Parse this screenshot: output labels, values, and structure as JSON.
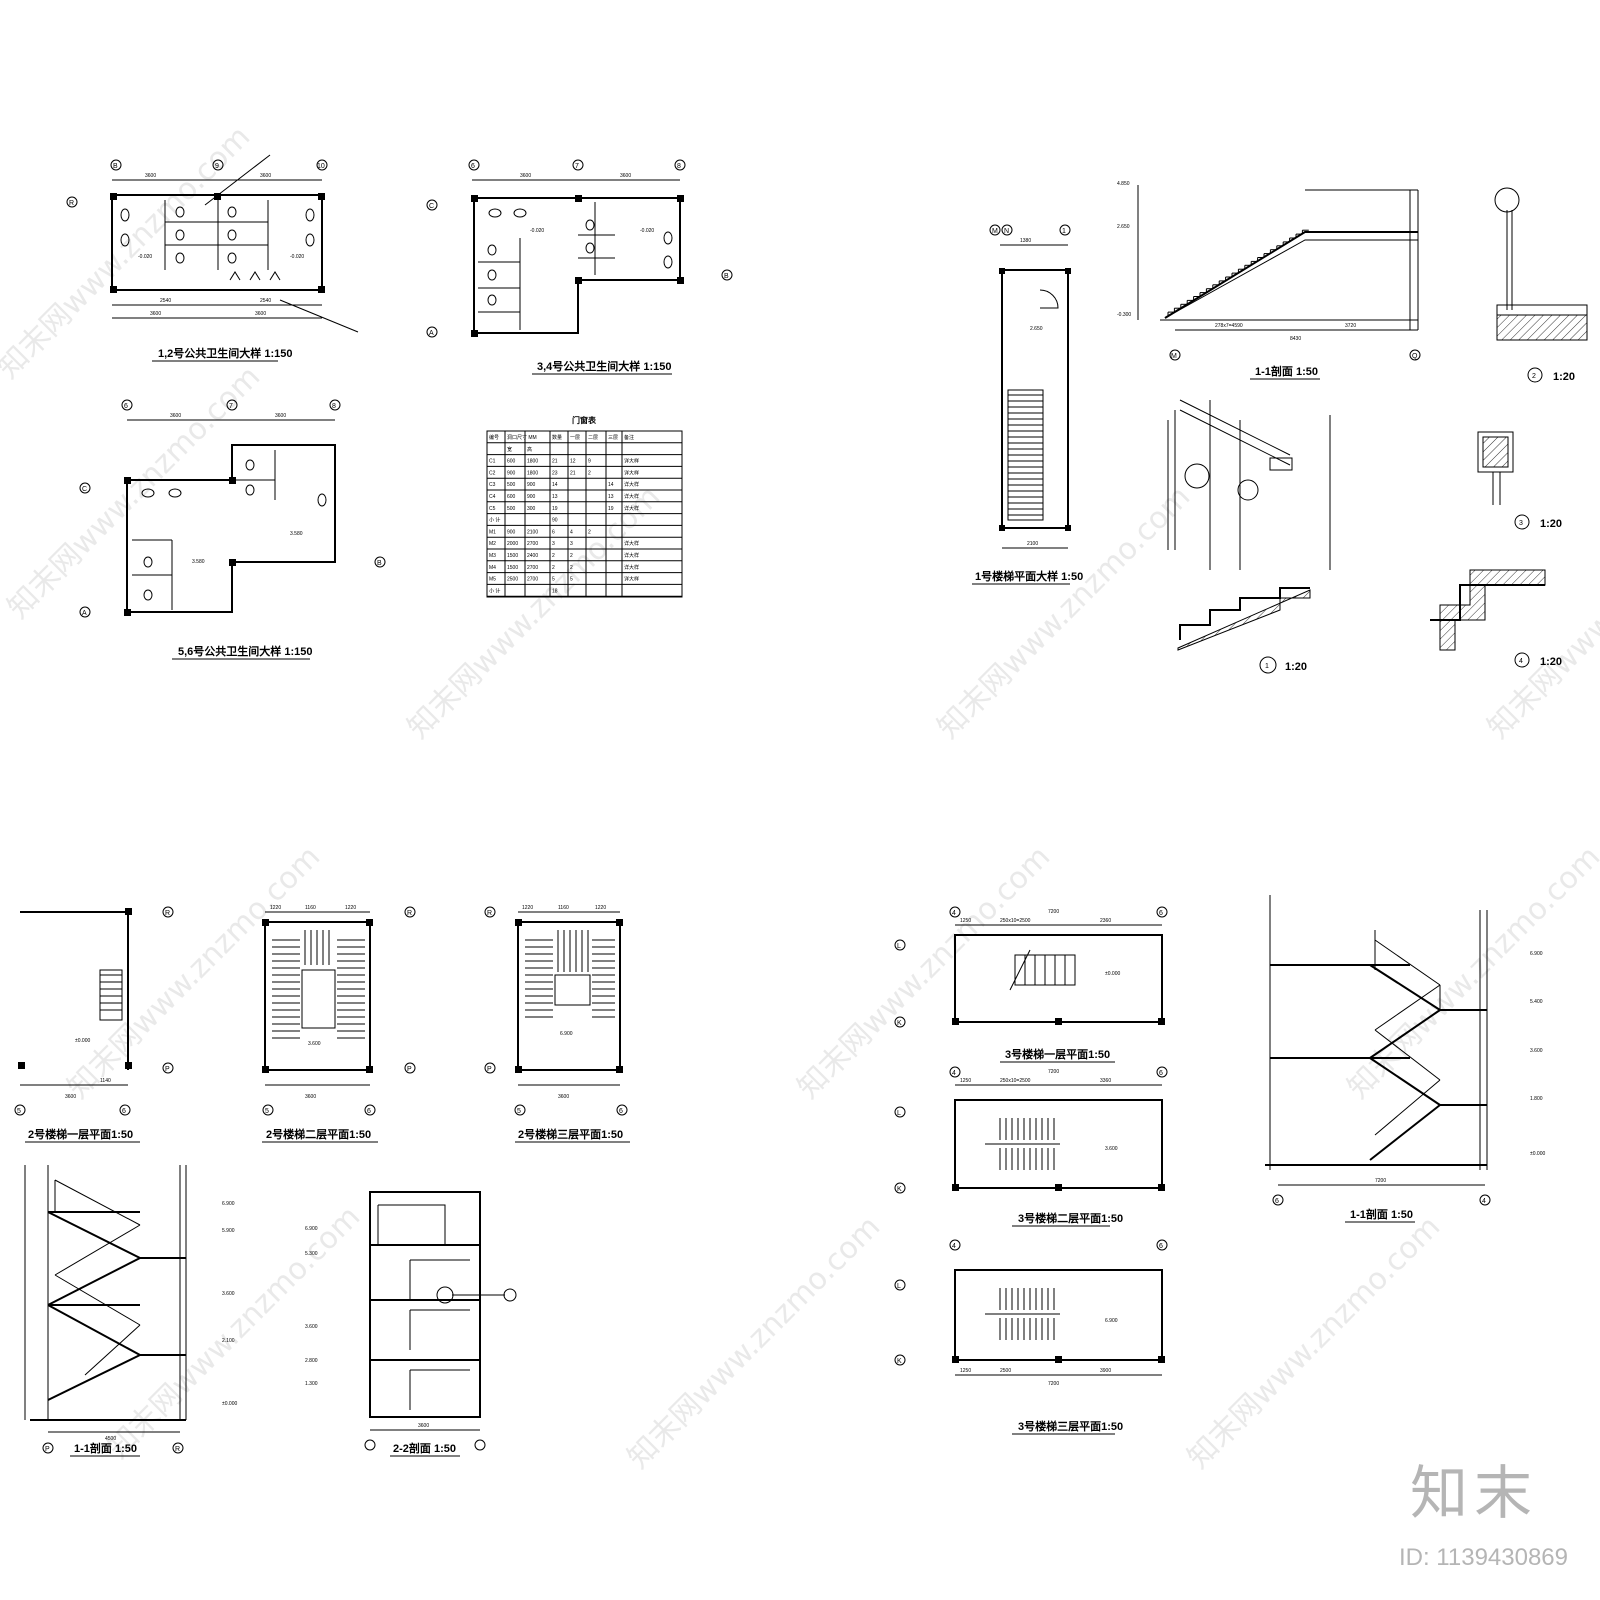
{
  "watermark": {
    "text": "知末网www.znzmo.com",
    "brand": "知末",
    "id_label": "ID: 1139430869"
  },
  "drawings": {
    "toilet_12": {
      "title": "1,2号公共卫生间大样 1:150",
      "dims_top": [
        "3600",
        "3600"
      ],
      "dims_bot": [
        "2540",
        "2540"
      ],
      "dims_bot2": [
        "3600",
        "3600"
      ],
      "axes": [
        "B",
        "9",
        "10",
        "R"
      ],
      "levels": [
        "-0.020",
        "-0.020"
      ]
    },
    "toilet_34": {
      "title": "3,4号公共卫生间大样 1:150",
      "dims_top": [
        "3600",
        "3600"
      ],
      "axes": [
        "6",
        "7",
        "8",
        "C",
        "B",
        "A"
      ],
      "levels": [
        "-0.020",
        "-0.020"
      ]
    },
    "toilet_56": {
      "title": "5,6号公共卫生间大样 1:150",
      "dims_top": [
        "3600",
        "3600"
      ],
      "axes": [
        "6",
        "7",
        "8",
        "C",
        "B",
        "A"
      ],
      "levels": [
        "3.580",
        "3.580"
      ]
    },
    "door_table": {
      "title": "门窗表",
      "header": [
        "编号",
        "洞口尺寸 MM",
        "",
        "数量",
        "一层",
        "二层",
        "三层",
        "备注"
      ],
      "subheader": [
        "",
        "宽",
        "高",
        "",
        "",
        "",
        "",
        ""
      ],
      "rows": [
        [
          "C1",
          "600",
          "1800",
          "21",
          "12",
          "9",
          "",
          "详大样"
        ],
        [
          "C2",
          "900",
          "1800",
          "23",
          "21",
          "2",
          "",
          "详大样"
        ],
        [
          "C3",
          "500",
          "900",
          "14",
          "",
          "",
          "14",
          "详大样"
        ],
        [
          "C4",
          "600",
          "900",
          "13",
          "",
          "",
          "13",
          "详大样"
        ],
        [
          "C5",
          "500",
          "300",
          "19",
          "",
          "",
          "19",
          "详大样"
        ],
        [
          "小 计",
          "",
          "",
          "90",
          "",
          "",
          "",
          ""
        ],
        [
          "M1",
          "900",
          "2100",
          "6",
          "4",
          "2",
          "",
          ""
        ],
        [
          "M2",
          "2000",
          "2700",
          "3",
          "3",
          "",
          "",
          "详大样"
        ],
        [
          "M3",
          "1500",
          "2400",
          "2",
          "2",
          "",
          "",
          "详大样"
        ],
        [
          "M4",
          "1500",
          "2700",
          "2",
          "2",
          "",
          "",
          "详大样"
        ],
        [
          "M5",
          "2500",
          "2700",
          "5",
          "5",
          "",
          "",
          "详大样"
        ],
        [
          "小 计",
          "",
          "",
          "18",
          "",
          "",
          "",
          ""
        ]
      ]
    },
    "stair1_plan": {
      "title": "1号楼梯平面大样 1:50",
      "level": "2.650",
      "dims": [
        "2100",
        "1380"
      ],
      "axes": [
        "M",
        "N",
        "1"
      ]
    },
    "stair1_section": {
      "title": "1-1剖面 1:50",
      "dims": [
        "278x7=4590",
        "3720",
        "8430"
      ],
      "levels": [
        "4.850",
        "2.650",
        "-0.300"
      ],
      "axes": [
        "M",
        "Q"
      ]
    },
    "detail_1": {
      "title": "1:20",
      "num": "1"
    },
    "detail_2": {
      "title": "1:20",
      "num": "2"
    },
    "detail_3": {
      "title": "1:20",
      "num": "3"
    },
    "detail_4": {
      "title": "1:20",
      "num": "4"
    },
    "stair2_f1": {
      "title": "2号楼梯一层平面1:50",
      "dims": [
        "1140",
        "3600"
      ],
      "axes": [
        "5",
        "6",
        "R",
        "P"
      ],
      "level": "±0.000"
    },
    "stair2_f2": {
      "title": "2号楼梯二层平面1:50",
      "dims": [
        "1220",
        "1160",
        "1220",
        "3600"
      ],
      "axes": [
        "5",
        "6",
        "R",
        "P"
      ],
      "level": "3.600"
    },
    "stair2_f3": {
      "title": "2号楼梯三层平面1:50",
      "dims": [
        "1220",
        "1160",
        "1220",
        "3600"
      ],
      "axes": [
        "5",
        "6",
        "R",
        "P"
      ],
      "level": "6.900"
    },
    "stair2_s11": {
      "title": "1-1剖面 1:50",
      "levels": [
        "6.900",
        "5.900",
        "3.600",
        "2.100",
        "±0.000"
      ],
      "dims": [
        "4500"
      ],
      "axes": [
        "P",
        "R"
      ]
    },
    "stair2_s22": {
      "title": "2-2剖面 1:50",
      "levels": [
        "6.900",
        "5.300",
        "3.600",
        "2.800",
        "1.300"
      ],
      "dims": [
        "3600"
      ]
    },
    "stair3_f1": {
      "title": "3号楼梯一层平面1:50",
      "dims": [
        "1250",
        "250x10=2500",
        "2360",
        "7200"
      ],
      "axes": [
        "4",
        "6",
        "L",
        "K"
      ],
      "level": "±0.000"
    },
    "stair3_f2": {
      "title": "3号楼梯二层平面1:50",
      "dims": [
        "1250",
        "250x10=2500",
        "3360",
        "7200"
      ],
      "axes": [
        "4",
        "6",
        "L",
        "K"
      ],
      "level": "3.600"
    },
    "stair3_f3": {
      "title": "3号楼梯三层平面1:50",
      "dims": [
        "1250",
        "2500",
        "3900",
        "7200"
      ],
      "axes": [
        "4",
        "6",
        "L",
        "K"
      ],
      "level": "6.900"
    },
    "stair3_s11": {
      "title": "1-1剖面 1:50",
      "levels": [
        "6.900",
        "5.400",
        "3.600",
        "1.800",
        "±0.000"
      ],
      "dims": [
        "7200"
      ],
      "axes": [
        "6",
        "4"
      ]
    }
  }
}
